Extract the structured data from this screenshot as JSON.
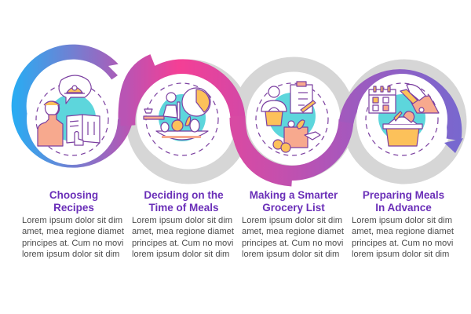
{
  "infographic": {
    "colors": {
      "ring1_start": "#2aabf2",
      "ring1_end": "#b75bb5",
      "ring2_start": "#c050b0",
      "ring2_mid": "#f43f95",
      "ring2_end": "#c14fb1",
      "ring3": "#d6d6d6",
      "ring4_start": "#a158bd",
      "ring4_end": "#7a6acf",
      "title": "#6a2fb8",
      "body": "#4d4d4d",
      "icon_teal": "#5dd6dc",
      "icon_orange": "#fcc15a",
      "icon_salmon": "#f7a98e",
      "icon_outline": "#7b3fa0"
    },
    "steps": [
      {
        "title_line1": "Choosing",
        "title_line2": "Recipes",
        "body": [
          "Lorem ipsum dolor sit dim",
          "amet, mea regione diamet",
          "principes at. Cum no movi",
          "lorem ipsum dolor sit dim"
        ],
        "icon": "recipe-book-icon"
      },
      {
        "title_line1": "Deciding on the",
        "title_line2": "Time of Meals",
        "body": [
          "Lorem ipsum dolor sit dim",
          "amet, mea regione diamet",
          "principes at. Cum no movi",
          "lorem ipsum dolor sit dim"
        ],
        "icon": "meal-time-clock-icon"
      },
      {
        "title_line1": "Making a Smarter",
        "title_line2": "Grocery List",
        "body": [
          "Lorem ipsum dolor sit dim",
          "amet, mea regione diamet",
          "principes at. Cum no movi",
          "lorem ipsum dolor sit dim"
        ],
        "icon": "grocery-list-icon"
      },
      {
        "title_line1": "Preparing Meals",
        "title_line2": "In Advance",
        "body": [
          "Lorem ipsum dolor sit dim",
          "amet, mea regione diamet",
          "principes at. Cum no movi",
          "lorem ipsum dolor sit dim"
        ],
        "icon": "meal-prep-icon"
      }
    ]
  }
}
